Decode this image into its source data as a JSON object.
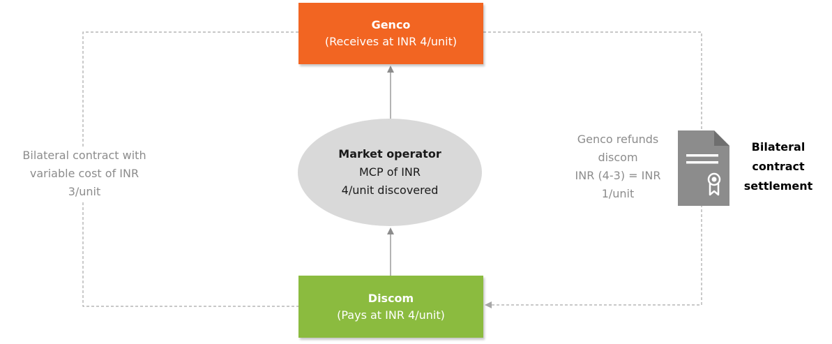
{
  "genco": {
    "title": "Genco",
    "subtitle": "(Receives at INR 4/unit)"
  },
  "market_operator": {
    "title": "Market operator",
    "line1": "MCP of INR",
    "line2": "4/unit discovered"
  },
  "discom": {
    "title": "Discom",
    "subtitle": "(Pays at INR 4/unit)"
  },
  "left_note": {
    "line1": "Bilateral contract with",
    "line2": "variable cost of INR",
    "line3": "3/unit"
  },
  "right_note": {
    "line1": "Genco refunds",
    "line2": "discom",
    "line3": "INR (4-3) = INR",
    "line4": "1/unit"
  },
  "settlement": {
    "line1": "Bilateral",
    "line2": "contract",
    "line3": "settlement"
  },
  "icons": {
    "document": "document-certificate-icon"
  },
  "colors": {
    "genco": "#F26522",
    "discom": "#8BBB3F",
    "operator": "#D9D9D9",
    "icon": "#8C8C8C",
    "note_text": "#8C8C8C",
    "connector": "#A6A6A6"
  }
}
